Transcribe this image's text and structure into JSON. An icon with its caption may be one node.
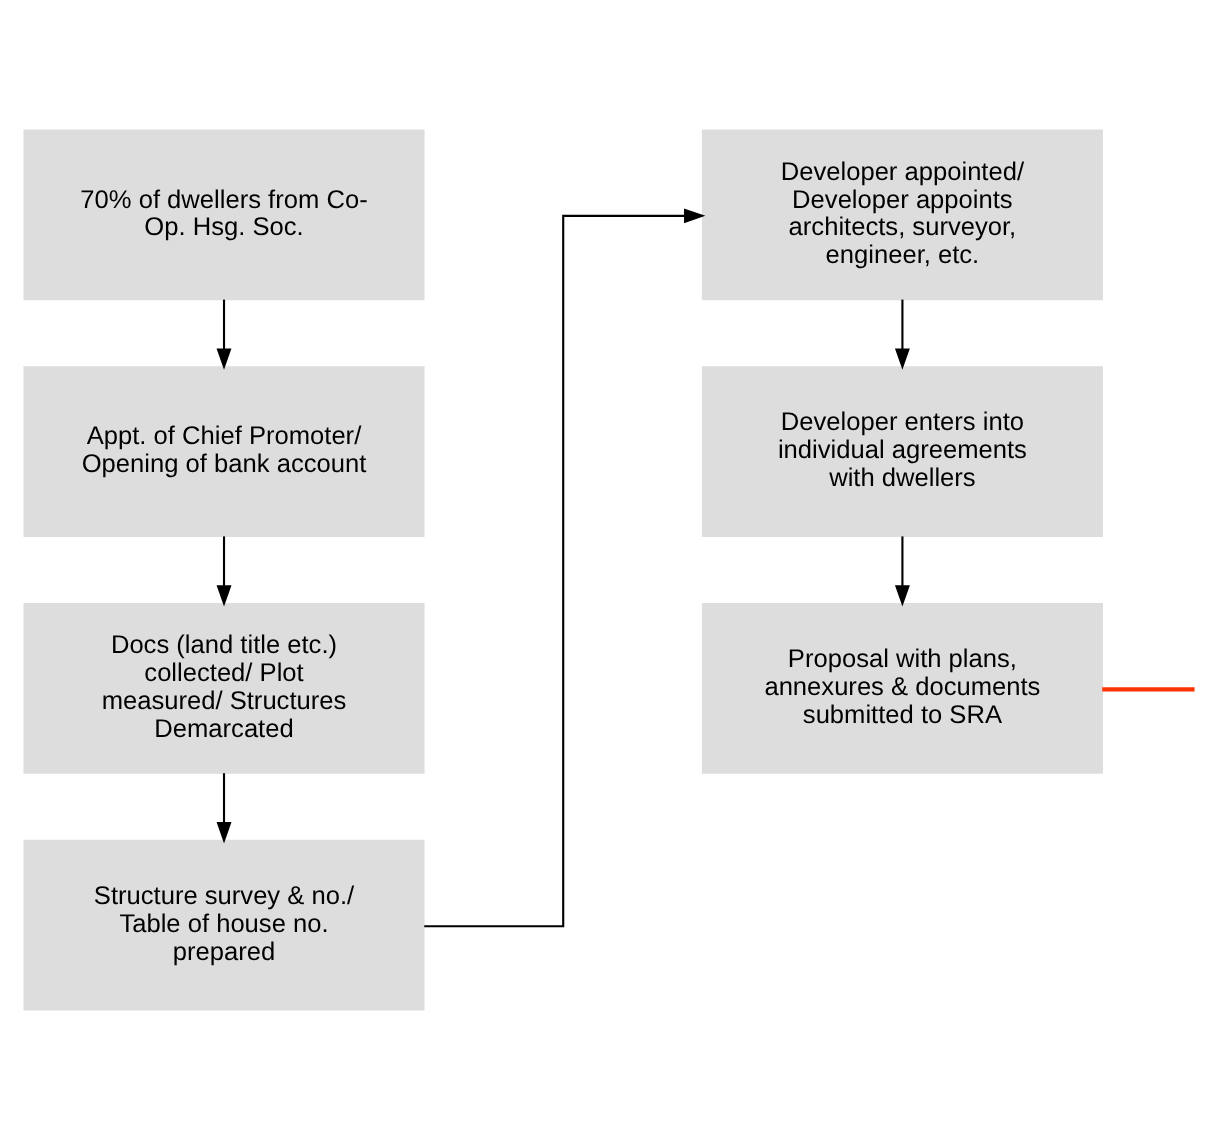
{
  "diagram": {
    "nodes": [
      {
        "text": [
          "70% of dwellers from Co-Op. Hsg. Soc."
        ]
      },
      {
        "text": [
          "Appt. of Chief Promoter/ Opening of bank account"
        ]
      },
      {
        "text": [
          "Docs (land title etc.) collected/ Plot measured/ Structures Demarcated"
        ]
      },
      {
        "text": [
          "Structure survey & no./ Table of house no. prepared"
        ]
      },
      {
        "text": [
          "Developer appointed/ Developer appoints architects, surveyor, engineer, etc."
        ]
      },
      {
        "text": [
          "Developer enters into individual agreements with dwellers"
        ]
      },
      {
        "text": [
          "Proposal with plans, annexures & documents submitted to SRA"
        ]
      }
    ],
    "edges": [
      {
        "from": 0,
        "to": 1,
        "arrow": "to"
      },
      {
        "from": 1,
        "to": 2,
        "arrow": "to"
      },
      {
        "from": 2,
        "to": 3,
        "arrow": "to"
      },
      {
        "from": 3,
        "to": 4,
        "arrow": "to"
      },
      {
        "from": 4,
        "to": 5,
        "arrow": "to"
      },
      {
        "from": 5,
        "to": 6,
        "arrow": "to"
      },
      {
        "from": 6,
        "to": null,
        "arrow": "none",
        "color": "#ff3300"
      }
    ]
  }
}
